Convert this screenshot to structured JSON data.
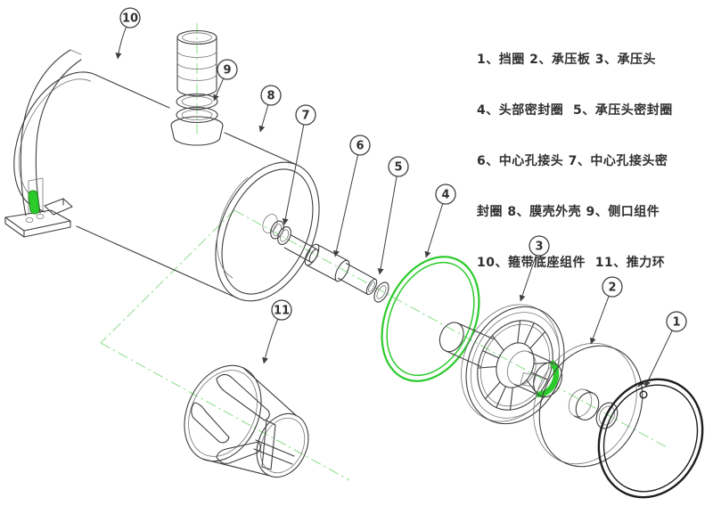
{
  "colors": {
    "background": "#ffffff",
    "ink": "#2f2f2f",
    "line": "#3f3f3f",
    "line_light": "#757575",
    "ring_dark": "#1d1d1d",
    "green": "#2bcb2b",
    "green_light": "#94e094",
    "green_dark": "#1f8f1f"
  },
  "legend": {
    "lines": [
      "1、挡圈 2、承压板 3、承压头",
      "4、头部密封圈  5、承压头密封圈",
      "6、中心孔接头 7、中心孔接头密",
      "封圈 8、膜壳外壳 9、侧口组件",
      "10、箍带底座组件  11、推力环"
    ]
  },
  "parts": [
    {
      "number": "1",
      "name": "挡圈"
    },
    {
      "number": "2",
      "name": "承压板"
    },
    {
      "number": "3",
      "name": "承压头"
    },
    {
      "number": "4",
      "name": "头部密封圈"
    },
    {
      "number": "5",
      "name": "承压头密封圈"
    },
    {
      "number": "6",
      "name": "中心孔接头"
    },
    {
      "number": "7",
      "name": "中心孔接头密封圈"
    },
    {
      "number": "8",
      "name": "膜壳外壳"
    },
    {
      "number": "9",
      "name": "侧口组件"
    },
    {
      "number": "10",
      "name": "箍带底座组件"
    },
    {
      "number": "11",
      "name": "推力环"
    }
  ]
}
